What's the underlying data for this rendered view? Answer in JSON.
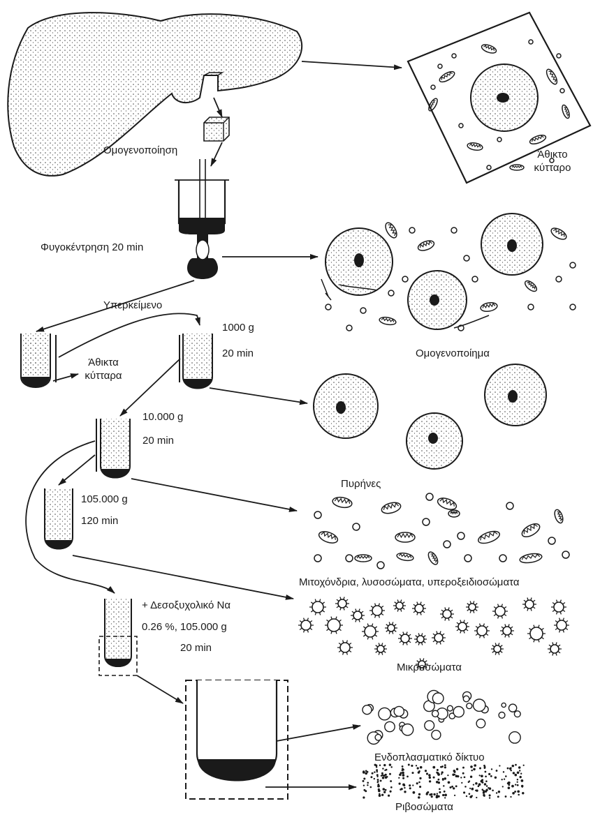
{
  "labels": {
    "homogenization": "Ομογενοποίηση",
    "intact_cell": "Άθικτο κύτταρο",
    "centrifugation": "Φυγοκέντρηση 20 min",
    "homogenate": "Ομογενοποίημα",
    "supernatant": "Υπερκείμενο",
    "intact_cells": "Άθικτα κύτταρα",
    "step1_g": "1000 g",
    "step1_time": "20 min",
    "step2_g": "10.000 g",
    "step2_time": "20 min",
    "nuclei": "Πυρήνες",
    "step3_g": "105.000 g",
    "step3_time": "120 min",
    "mito": "Μιτοχόνδρια, λυσοσώματα, υπεροξειδιοσώματα",
    "deoxy_line1": "+ Δεσοξυχολικό Να",
    "deoxy_line2": "0.26 %, 105.000 g",
    "deoxy_line3": "20 min",
    "microsomes": "Μικροσώματα",
    "er": "Ενδοπλασματικό δίκτυο",
    "ribosomes": "Ριβοσώματα"
  },
  "colors": {
    "ink": "#1a1a1a",
    "paper": "#ffffff",
    "stipple": "#444444"
  }
}
